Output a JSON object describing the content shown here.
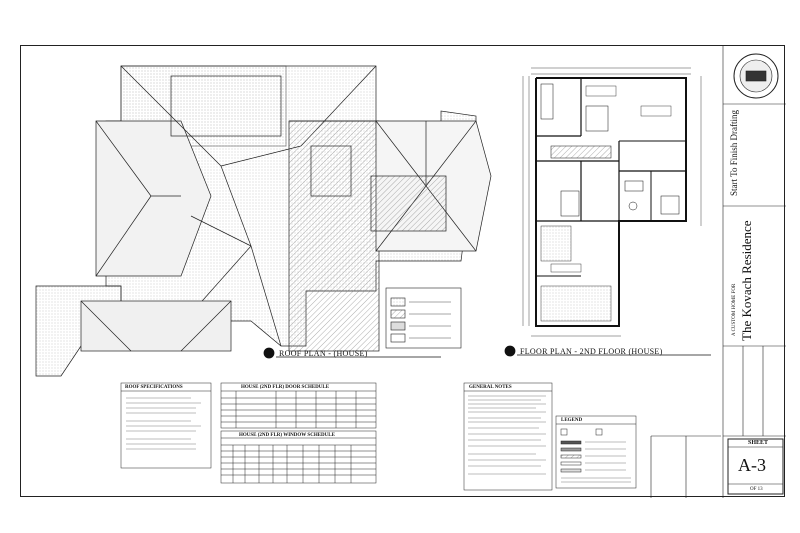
{
  "plans": {
    "roof_title": "ROOF PLAN - (HOUSE)",
    "floor_title": "FLOOR PLAN - 2ND FLOOR (HOUSE)"
  },
  "tables": {
    "roof_specs_title": "ROOF SPECIFICATIONS",
    "door_schedule_title": "HOUSE (2ND FLR) DOOR SCHEDULE",
    "window_schedule_title": "HOUSE (2ND FLR) WINDOW SCHEDULE",
    "general_notes_title": "GENERAL NOTES",
    "legend_title": "LEGEND"
  },
  "title_block": {
    "company": "Start To Finish Drafting",
    "project_line1": "A CUSTOM HOME FOR",
    "project_name": "The Kovach Residence",
    "sheet_label": "SHEET",
    "sheet_number": "A-3",
    "sheet_of": "OF 13"
  },
  "colors": {
    "line": "#222222",
    "hatch": "#555555",
    "fill_gray": "#d9d9d9"
  }
}
